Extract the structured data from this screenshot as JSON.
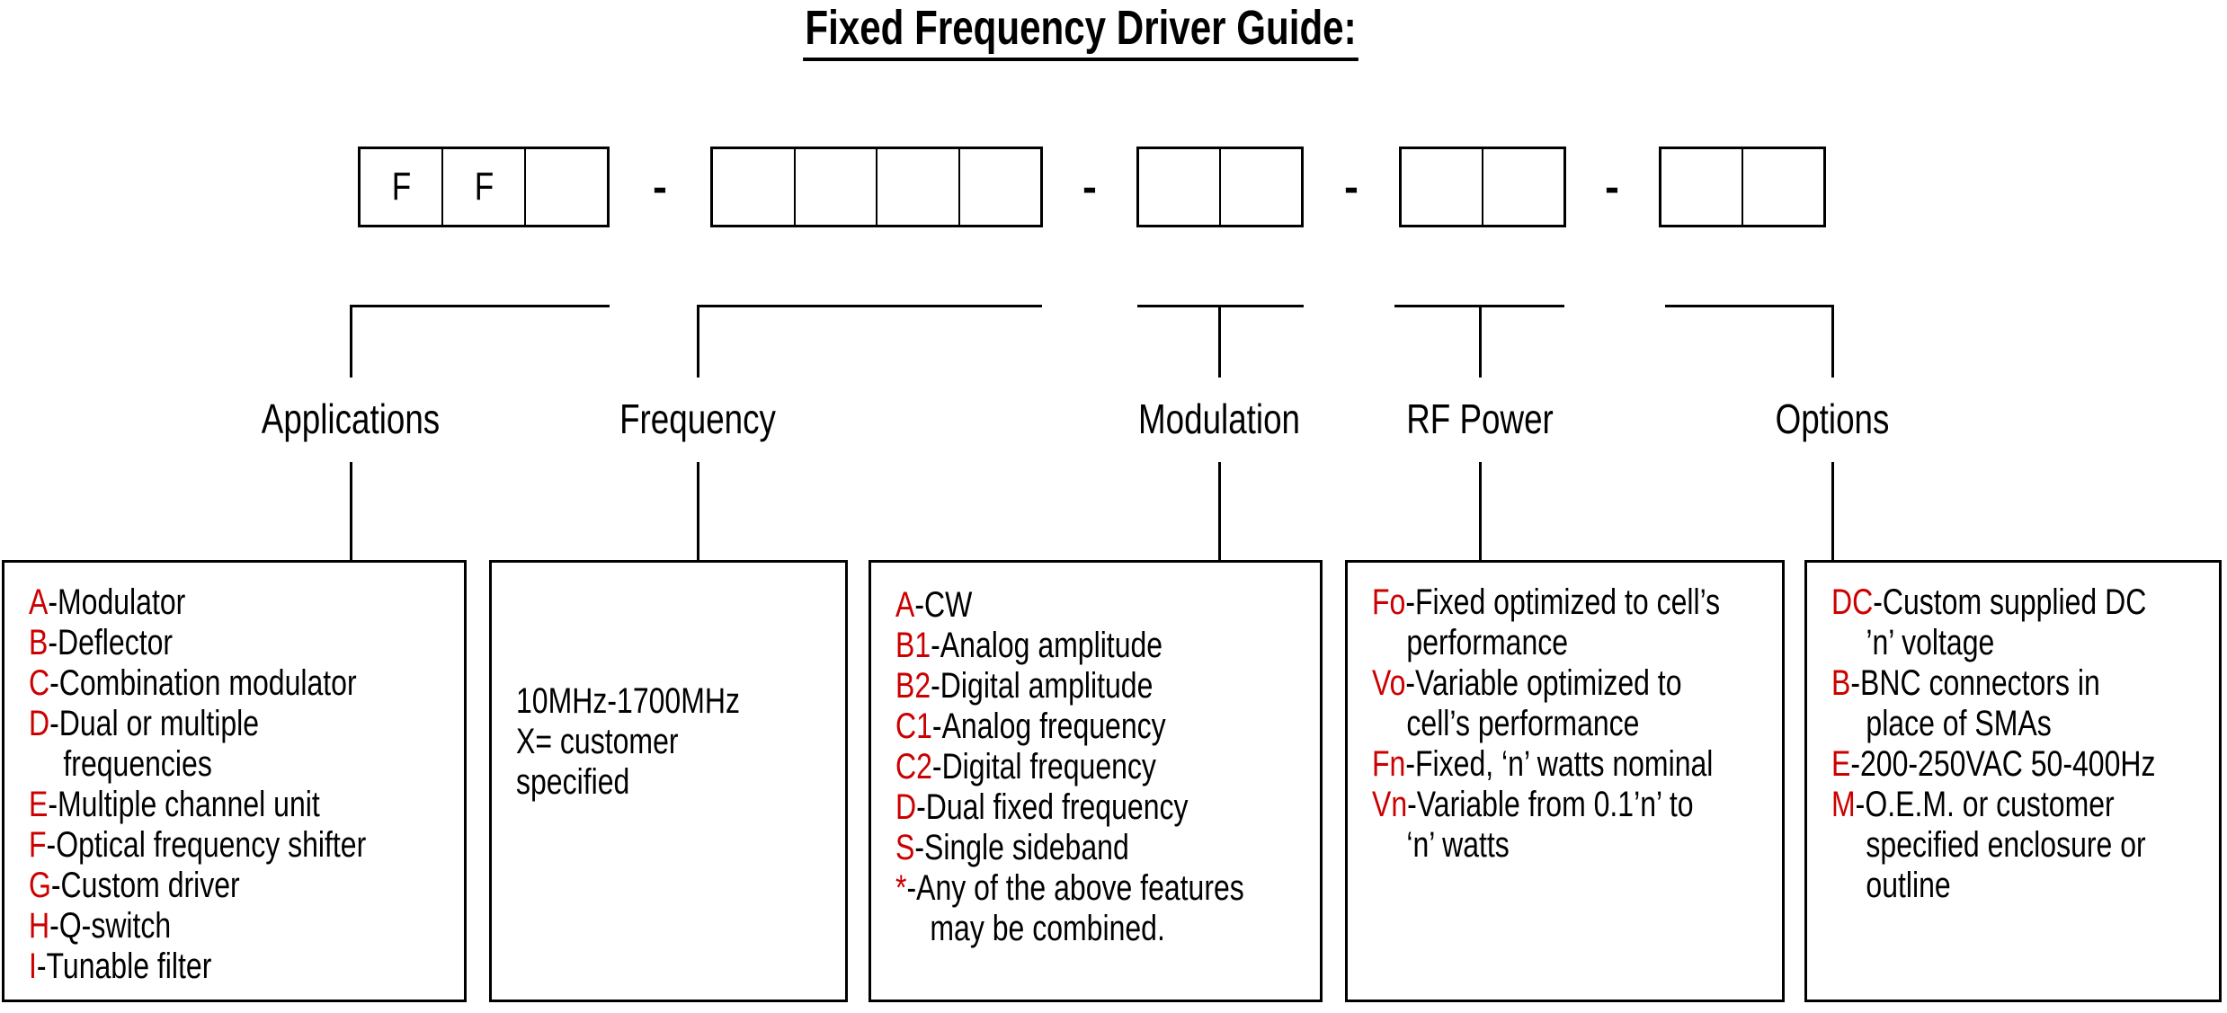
{
  "title": "Fixed Frequency Driver Guide:",
  "part_code": {
    "separator": "-",
    "groups": [
      {
        "name": "prefix",
        "cells": [
          "F",
          "F",
          ""
        ]
      },
      {
        "name": "frequency",
        "cells": [
          "",
          "",
          "",
          ""
        ]
      },
      {
        "name": "modulation",
        "cells": [
          "",
          ""
        ]
      },
      {
        "name": "rf-power",
        "cells": [
          "",
          ""
        ]
      },
      {
        "name": "options",
        "cells": [
          "",
          ""
        ]
      }
    ]
  },
  "branches": [
    {
      "id": "applications",
      "label": "Applications"
    },
    {
      "id": "frequency",
      "label": "Frequency"
    },
    {
      "id": "modulation",
      "label": "Modulation"
    },
    {
      "id": "rf-power",
      "label": "RF Power"
    },
    {
      "id": "options",
      "label": "Options"
    }
  ],
  "detail_boxes": [
    {
      "id": "applications",
      "lines": [
        {
          "code": "A",
          "text": "-Modulator"
        },
        {
          "code": "B",
          "text": "-Deflector"
        },
        {
          "code": "C",
          "text": "-Combination modulator"
        },
        {
          "code": "D",
          "text": "-Dual or multiple"
        },
        {
          "cont": true,
          "text": "frequencies"
        },
        {
          "code": "E",
          "text": "-Multiple channel unit"
        },
        {
          "code": "F",
          "text": "-Optical frequency shifter"
        },
        {
          "code": "G",
          "text": "-Custom driver"
        },
        {
          "code": "H",
          "text": "-Q-switch"
        },
        {
          "code": "I",
          "text": "-Tunable filter"
        }
      ]
    },
    {
      "id": "frequency",
      "lines": [
        {
          "text": "10MHz-1700MHz"
        },
        {
          "text": "X= customer"
        },
        {
          "text": "specified"
        }
      ]
    },
    {
      "id": "modulation",
      "lines": [
        {
          "code": "A",
          "text": "-CW"
        },
        {
          "code": "B1",
          "text": "-Analog amplitude"
        },
        {
          "code": "B2",
          "text": "-Digital amplitude"
        },
        {
          "code": "C1",
          "text": "-Analog frequency"
        },
        {
          "code": "C2",
          "text": "-Digital frequency"
        },
        {
          "code": "D",
          "text": "-Dual fixed frequency"
        },
        {
          "code": "S",
          "text": "-Single sideband"
        },
        {
          "code": "*",
          "text": "-Any of the above features"
        },
        {
          "cont": true,
          "text": "may be combined."
        }
      ]
    },
    {
      "id": "rf-power",
      "lines": [
        {
          "code": "Fo",
          "text": "-Fixed optimized to cell’s"
        },
        {
          "cont": true,
          "text": "performance"
        },
        {
          "code": "Vo",
          "text": "-Variable optimized to"
        },
        {
          "cont": true,
          "text": "cell’s performance"
        },
        {
          "code": "Fn",
          "text": "-Fixed, ‘n’ watts nominal"
        },
        {
          "code": "Vn",
          "text": "-Variable from 0.1’n’ to"
        },
        {
          "cont": true,
          "text": "‘n’ watts"
        }
      ]
    },
    {
      "id": "options",
      "lines": [
        {
          "code": "DC",
          "text": "-Custom supplied DC"
        },
        {
          "cont": true,
          "text": "’n’ voltage"
        },
        {
          "code": "B",
          "text": "-BNC connectors in"
        },
        {
          "cont": true,
          "text": "place of SMAs"
        },
        {
          "code": "E",
          "text": "-200-250VAC 50-400Hz"
        },
        {
          "code": "M",
          "text": "-O.E.M. or customer"
        },
        {
          "cont": true,
          "text": "specified enclosure or"
        },
        {
          "cont": true,
          "text": "outline"
        }
      ]
    }
  ],
  "colors": {
    "code_red": "#cc0000",
    "text_black": "#000000",
    "line_black": "#000000",
    "background": "#ffffff"
  }
}
